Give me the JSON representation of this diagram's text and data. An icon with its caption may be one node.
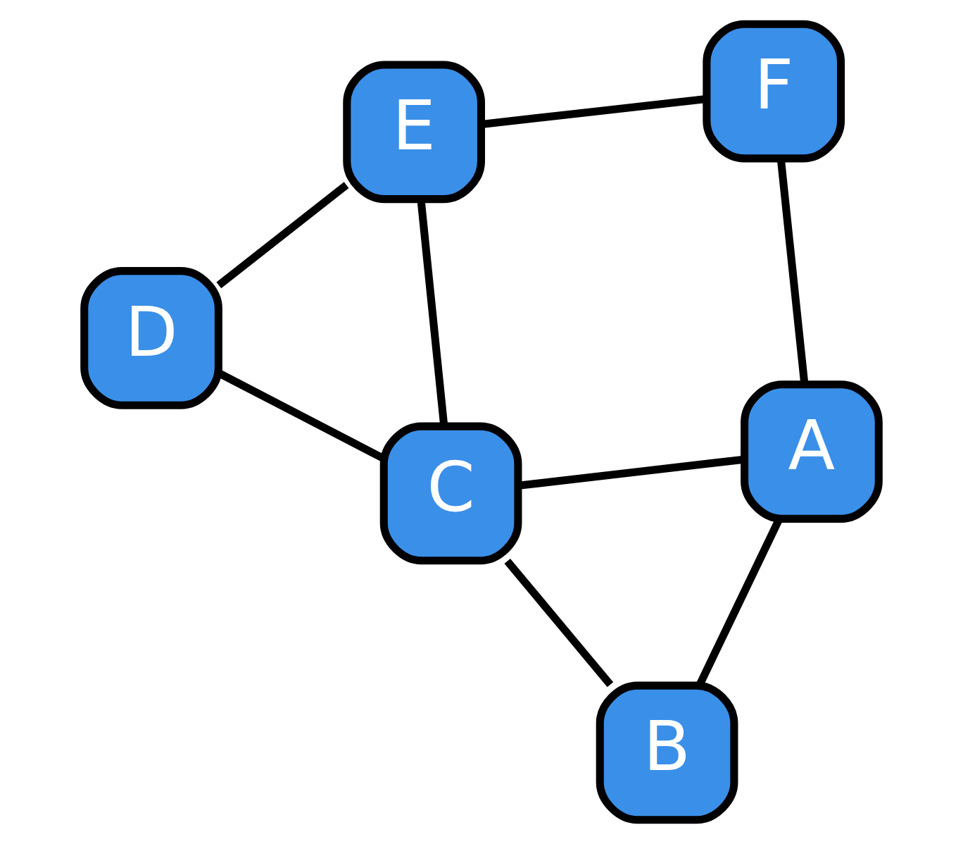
{
  "diagram": {
    "nodes": [
      {
        "text": [
          "A"
        ]
      },
      {
        "text": [
          "F"
        ]
      },
      {
        "text": [
          "C"
        ]
      },
      {
        "text": [
          "E"
        ]
      },
      {
        "text": [
          "B"
        ]
      },
      {
        "text": [
          "D"
        ]
      }
    ],
    "edges": [
      {
        "from": 0,
        "to": 1,
        "arrow": "none"
      },
      {
        "from": 0,
        "to": 2,
        "arrow": "none"
      },
      {
        "from": 0,
        "to": 4,
        "arrow": "none"
      },
      {
        "from": 1,
        "to": 3,
        "arrow": "none"
      },
      {
        "from": 2,
        "to": 3,
        "arrow": "none"
      },
      {
        "from": 4,
        "to": 2,
        "arrow": "none"
      },
      {
        "from": 2,
        "to": 5,
        "arrow": "none"
      },
      {
        "from": 3,
        "to": 5,
        "arrow": "none"
      }
    ]
  }
}
